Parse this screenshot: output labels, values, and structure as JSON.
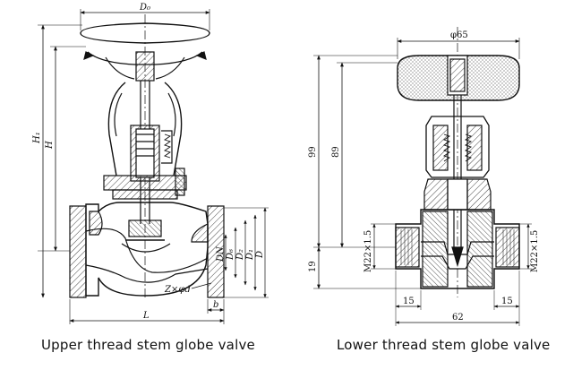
{
  "captions": {
    "left": "Upper thread stem globe valve",
    "right": "Lower thread stem globe valve"
  },
  "left_dims": {
    "d0": "D₀",
    "h1": "H₁",
    "h": "H",
    "l": "L",
    "b": "b",
    "dn": "DN",
    "d6": "D₆",
    "d2": "D₂",
    "d1": "D₁",
    "d": "D",
    "bolts": "Z×φd"
  },
  "right_dims": {
    "phi65": "φ65",
    "h99": "99",
    "h89": "89",
    "h19": "19",
    "thread_left": "M22×1.5",
    "thread_right": "M22×1.5",
    "w15_left": "15",
    "w15_right": "15",
    "w62": "62"
  },
  "colors": {
    "line": "#111111",
    "hatch": "#444444",
    "background": "#ffffff"
  }
}
